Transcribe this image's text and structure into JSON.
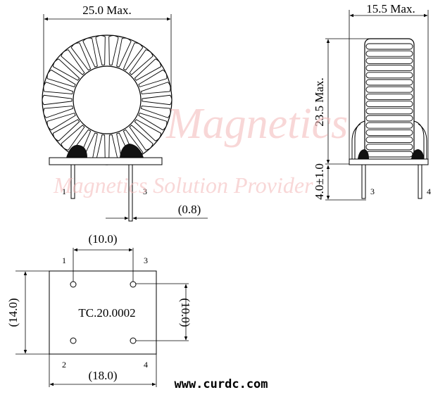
{
  "watermark": {
    "brand": "Magnetics",
    "tagline": "Magnetics Solution Provider"
  },
  "front_view": {
    "width_dim": "25.0 Max.",
    "pin_dim": "(0.8)",
    "pin_left": "1",
    "pin_right": "3"
  },
  "side_view": {
    "width_dim": "15.5 Max.",
    "height_dim": "23.5 Max.",
    "lead_dim": "4.0±1.0",
    "pin_left": "3",
    "pin_right": "4"
  },
  "footprint": {
    "pitch_top": "(10.0)",
    "pitch_right": "(10.0)",
    "height_dim": "(14.0)",
    "width_dim": "(18.0)",
    "part_number": "TC.20.0002",
    "pin_1": "1",
    "pin_2": "2",
    "pin_3": "3",
    "pin_4": "4"
  },
  "footer": {
    "url": "www.curdc.com"
  }
}
